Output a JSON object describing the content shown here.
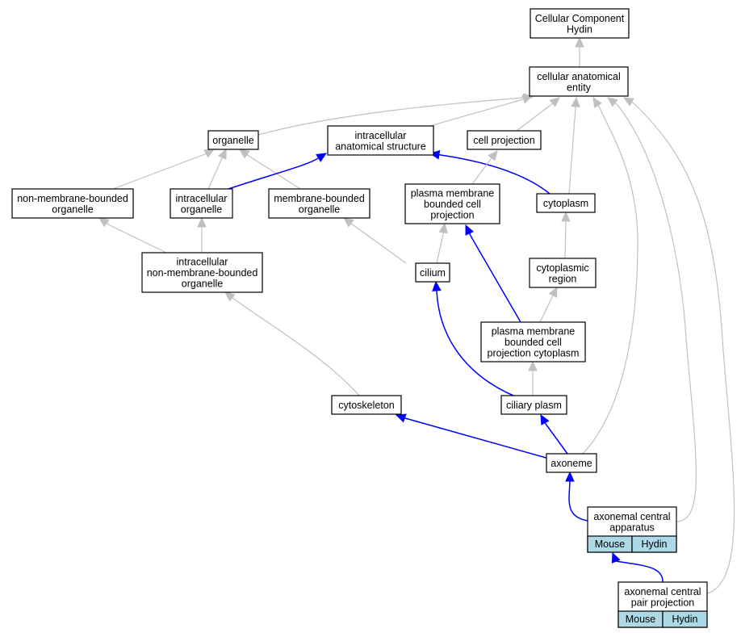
{
  "colors": {
    "is_a_edge": "#c0c0c0",
    "part_of_edge": "#0000ff",
    "annotation_cell": "#add8e6",
    "node_border": "#000000"
  },
  "nodes": {
    "cellular_component_hydin": [
      "Cellular Component",
      "Hydin"
    ],
    "cellular_anatomical_entity": [
      "cellular anatomical",
      "entity"
    ],
    "organelle": [
      "organelle"
    ],
    "intracellular_anatomical_structure": [
      "intracellular",
      "anatomical structure"
    ],
    "cell_projection": [
      "cell projection"
    ],
    "non_membrane_bounded_organelle": [
      "non-membrane-bounded",
      "organelle"
    ],
    "intracellular_organelle": [
      "intracellular",
      "organelle"
    ],
    "membrane_bounded_organelle": [
      "membrane-bounded",
      "organelle"
    ],
    "plasma_membrane_bounded_cell_projection": [
      "plasma membrane",
      "bounded cell",
      "projection"
    ],
    "cytoplasm": [
      "cytoplasm"
    ],
    "intracellular_non_membrane_bounded_organelle": [
      "intracellular",
      "non-membrane-bounded",
      "organelle"
    ],
    "cilium": [
      "cilium"
    ],
    "cytoplasmic_region": [
      "cytoplasmic",
      "region"
    ],
    "plasma_membrane_bounded_cell_projection_cytoplasm": [
      "plasma membrane",
      "bounded cell",
      "projection cytoplasm"
    ],
    "cytoskeleton": [
      "cytoskeleton"
    ],
    "ciliary_plasm": [
      "ciliary plasm"
    ],
    "axoneme": [
      "axoneme"
    ],
    "axonemal_central_apparatus": [
      "axonemal central",
      "apparatus"
    ],
    "axonemal_central_pair_projection": [
      "axonemal central",
      "pair projection"
    ]
  },
  "annotations": {
    "axonemal_central_apparatus": [
      "Mouse",
      "Hydin"
    ],
    "axonemal_central_pair_projection": [
      "Mouse",
      "Hydin"
    ]
  }
}
